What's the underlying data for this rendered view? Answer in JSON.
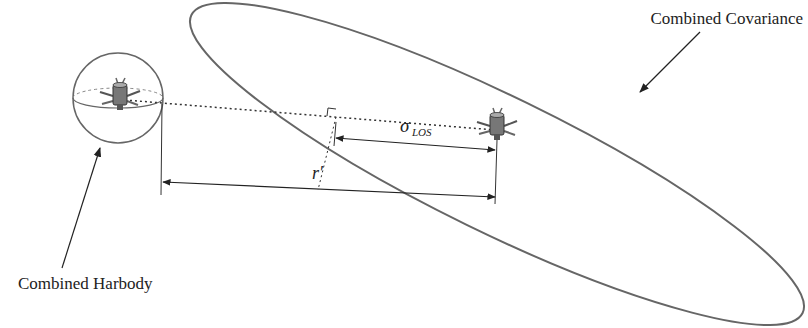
{
  "diagram": {
    "labels": [
      "Combined Covariance",
      "Combined Harbody",
      "σ",
      "LOS",
      "r′"
    ]
  }
}
